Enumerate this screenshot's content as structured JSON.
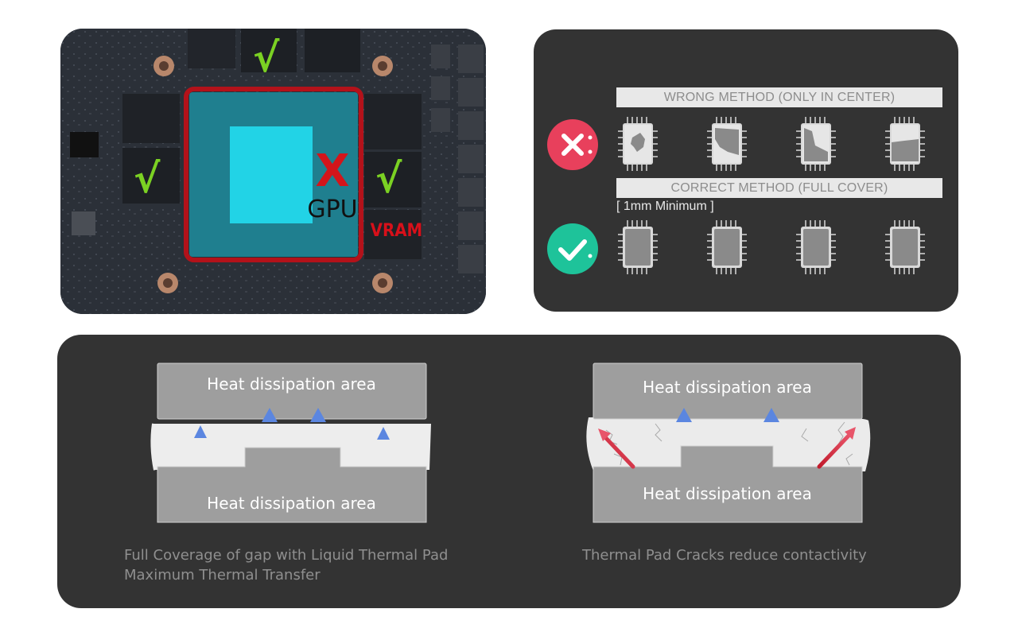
{
  "board": {
    "gpu_mark": "X",
    "gpu_label": "GPU",
    "vram_label": "VRAM",
    "check_symbol": "√",
    "check_color": "#7bd123",
    "gpu_tile_color": "#22d3e6",
    "highlight_color": "#1f7f8f"
  },
  "methods": {
    "wrong_label": "WRONG METHOD (ONLY IN CENTER)",
    "correct_label": "CORRECT METHOD (FULL COVER)",
    "minimum_note": "[ 1mm Minimum ]",
    "wrong_icon": "x-circle-icon",
    "correct_icon": "check-circle-icon",
    "wrong_color": "#e8405c",
    "correct_color": "#1ec39a"
  },
  "comparison": {
    "left": {
      "top_label": "Heat dissipation area",
      "bottom_label": "Heat dissipation area",
      "caption_line1": "Full Coverage of gap with Liquid Thermal Pad",
      "caption_line2": "Maximum Thermal Transfer"
    },
    "right": {
      "top_label": "Heat dissipation area",
      "bottom_label": "Heat dissipation area",
      "caption_line1": "Thermal Pad Cracks reduce contactivity"
    }
  }
}
